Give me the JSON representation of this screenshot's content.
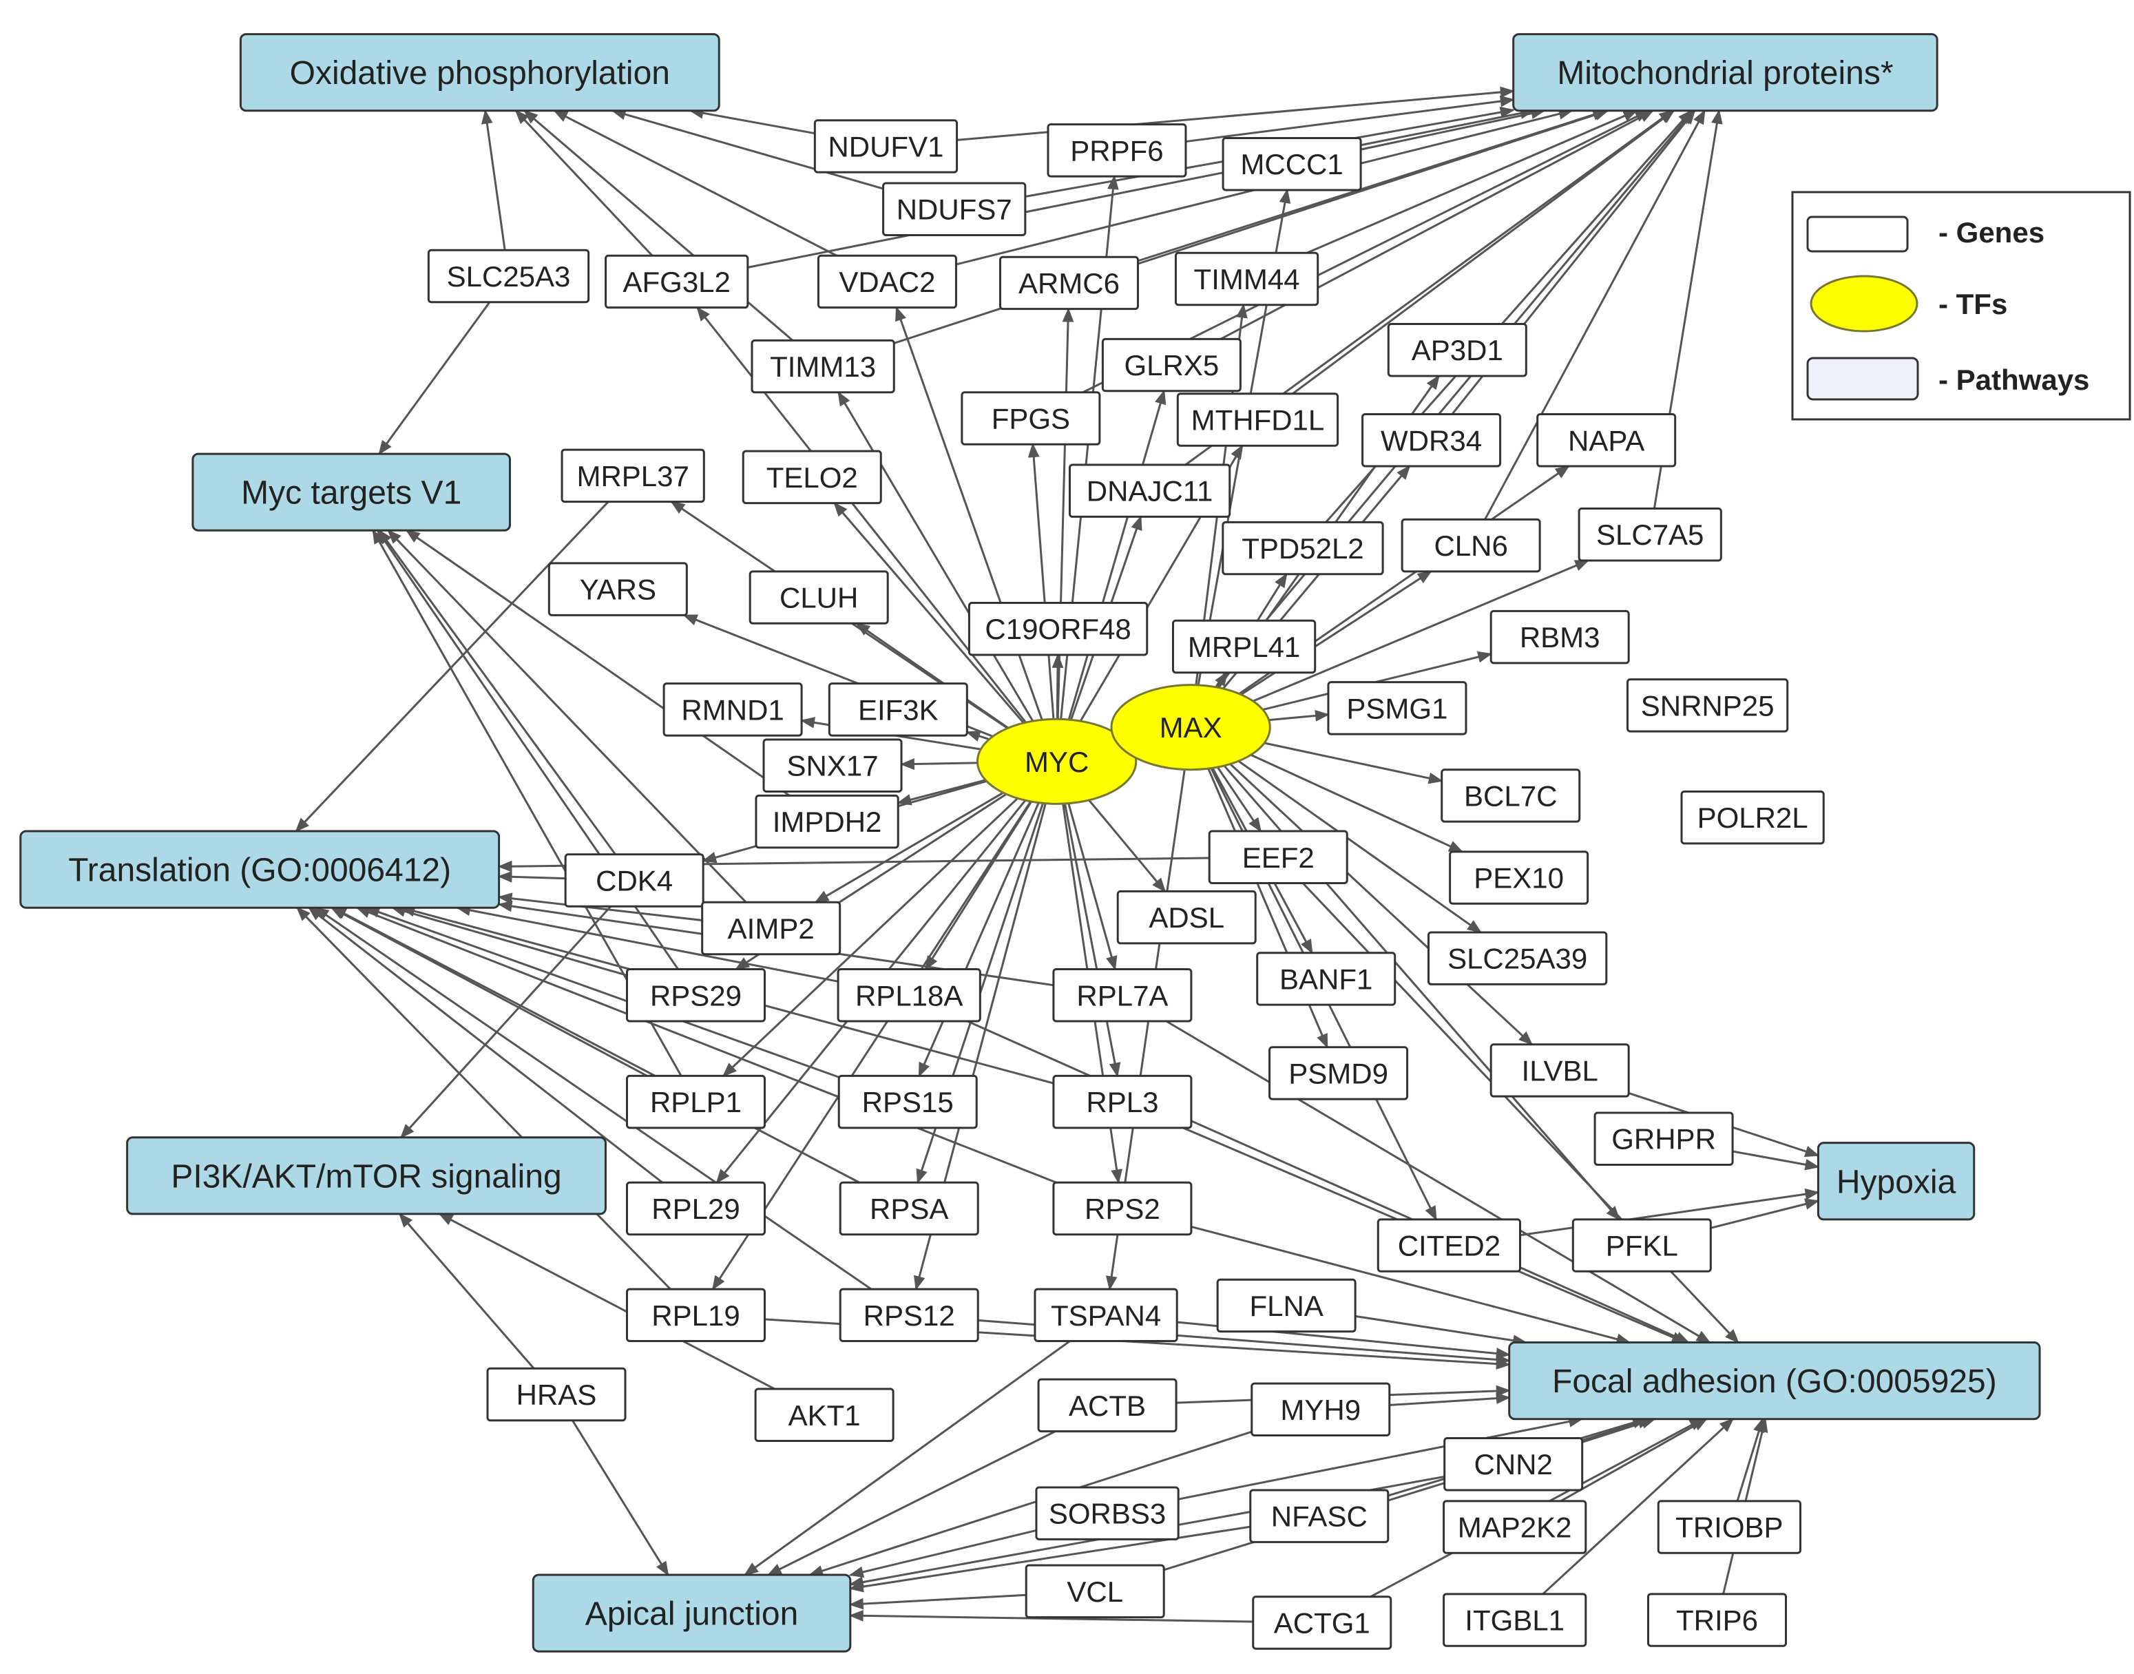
{
  "colors": {
    "gene_fill": "#ffffff",
    "tf_fill": "#ffff00",
    "pathway_fill": "#add8e6",
    "pathway_legend_fill": "#eef0fa",
    "edge": "#555555"
  },
  "legend": {
    "genes_label": "- Genes",
    "tfs_label": "- TFs",
    "pathways_label": "- Pathways"
  },
  "tfs": [
    "MYC",
    "MAX"
  ],
  "pathways": [
    "Oxidative phosphorylation",
    "Mitochondrial proteins*",
    "Myc targets V1",
    "Translation (GO:0006412)",
    "PI3K/AKT/mTOR signaling",
    "Hypoxia",
    "Focal adhesion (GO:0005925)",
    "Apical junction"
  ],
  "genes": [
    "NDUFV1",
    "PRPF6",
    "MCCC1",
    "NDUFS7",
    "SLC25A3",
    "AFG3L2",
    "VDAC2",
    "ARMC6",
    "TIMM44",
    "TIMM13",
    "GLRX5",
    "AP3D1",
    "FPGS",
    "MTHFD1L",
    "WDR34",
    "NAPA",
    "MRPL37",
    "TELO2",
    "DNAJC11",
    "TPD52L2",
    "CLN6",
    "SLC7A5",
    "YARS",
    "CLUH",
    "C19ORF48",
    "MRPL41",
    "RBM3",
    "RMND1",
    "EIF3K",
    "PSMG1",
    "SNRNP25",
    "SNX17",
    "IMPDH2",
    "BCL7C",
    "POLR2L",
    "CDK4",
    "EEF2",
    "PEX10",
    "AIMP2",
    "ADSL",
    "SLC25A39",
    "RPS29",
    "RPL18A",
    "RPL7A",
    "BANF1",
    "PSMD9",
    "ILVBL",
    "RPLP1",
    "RPS15",
    "RPL3",
    "GRHPR",
    "RPL29",
    "RPSA",
    "RPS2",
    "CITED2",
    "PFKL",
    "RPL19",
    "RPS12",
    "TSPAN4",
    "FLNA",
    "HRAS",
    "AKT1",
    "ACTB",
    "MYH9",
    "CNN2",
    "SORBS3",
    "NFASC",
    "MAP2K2",
    "TRIOBP",
    "VCL",
    "ACTG1",
    "ITGBL1",
    "TRIP6"
  ]
}
